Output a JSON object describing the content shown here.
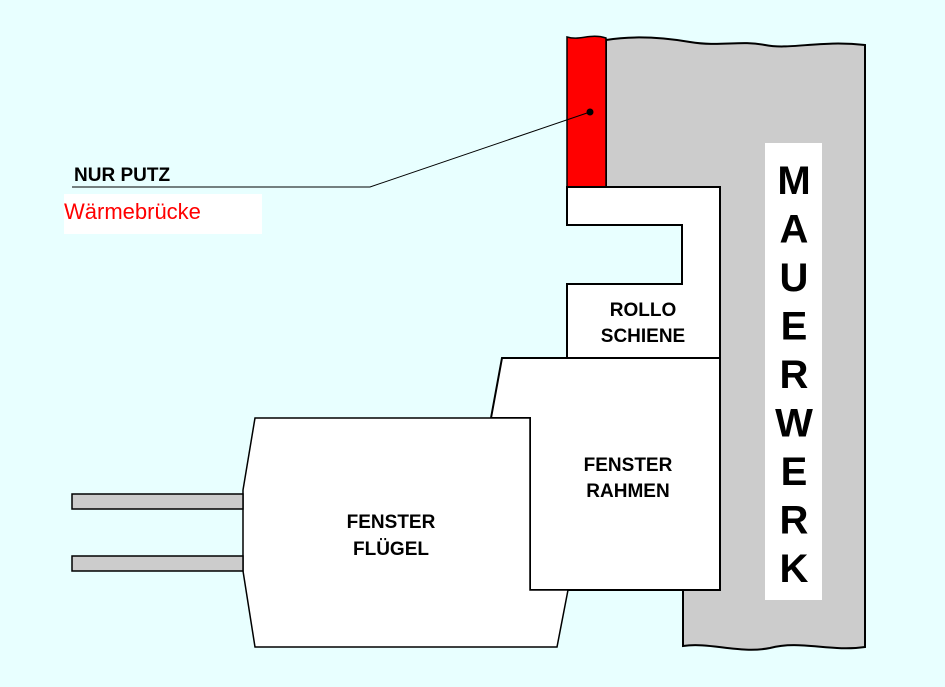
{
  "title": "Wärmebrücke am Rollladen-Fensteranschluss",
  "labels": {
    "nur_putz": "NUR PUTZ",
    "waermebruecke": "Wärmebrücke",
    "rollo_line1": "ROLLO",
    "rollo_line2": "SCHIENE",
    "rahmen_line1": "FENSTER",
    "rahmen_line2": "RAHMEN",
    "fluegel_line1": "FENSTER",
    "fluegel_line2": "FLÜGEL",
    "mauerwerk_letters": [
      "M",
      "A",
      "U",
      "E",
      "R",
      "W",
      "E",
      "R",
      "K"
    ]
  },
  "colors": {
    "background": "#e8ffff",
    "putz": "#ff0000",
    "wall": "#cccccc",
    "highlight_text": "#ff0000"
  }
}
